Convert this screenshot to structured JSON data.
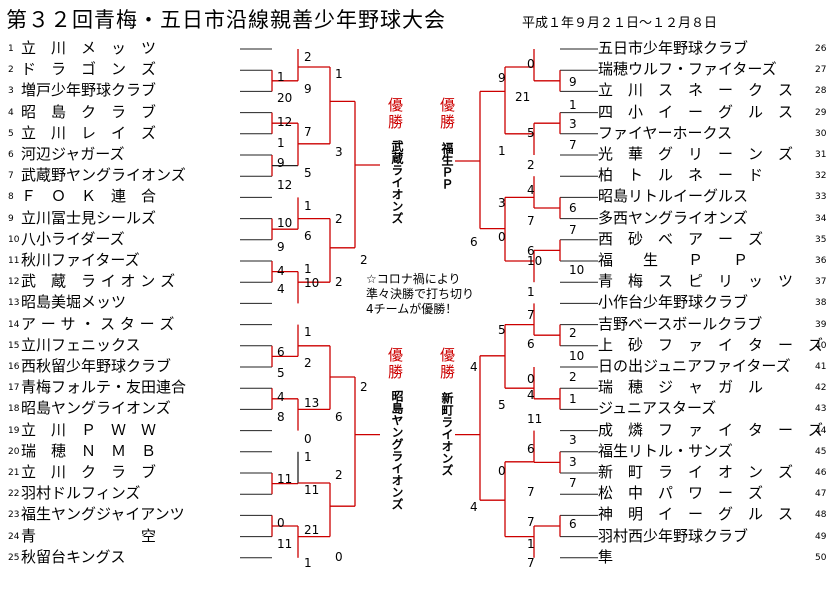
{
  "title": "第３２回青梅・五日市沿線親善少年野球大会",
  "subtitle": "平成１年９月２１日～１２月８日",
  "note_lines": [
    "☆コロナ禍により",
    "準々決勝で打ち切り",
    "4チームが優勝！"
  ],
  "champions": [
    {
      "label": "優勝",
      "team": "武蔵ライオンズ"
    },
    {
      "label": "優勝",
      "team": "福生ＰＰ"
    },
    {
      "label": "優勝",
      "team": "昭島ヤングライオンズ"
    },
    {
      "label": "優勝",
      "team": "新町ライオンズ"
    }
  ],
  "left_teams": [
    {
      "num": "1",
      "name": "立　川　メ　ッ　ツ"
    },
    {
      "num": "2",
      "name": "ド　ラ　ゴ　ン　ズ"
    },
    {
      "num": "3",
      "name": "増戸少年野球クラブ"
    },
    {
      "num": "4",
      "name": "昭　島　ク　ラ　ブ"
    },
    {
      "num": "5",
      "name": "立　川　レ　イ　ズ"
    },
    {
      "num": "6",
      "name": "河辺ジャガーズ"
    },
    {
      "num": "7",
      "name": "武蔵野ヤングライオンズ"
    },
    {
      "num": "8",
      "name": "Ｆ　Ｏ　Ｋ　連　合"
    },
    {
      "num": "9",
      "name": "立川冨士見シールズ"
    },
    {
      "num": "10",
      "name": "八小ライダーズ"
    },
    {
      "num": "11",
      "name": "秋川ファイターズ"
    },
    {
      "num": "12",
      "name": "武　蔵　ラ イ オ ン ズ"
    },
    {
      "num": "13",
      "name": "昭島美堀メッツ"
    },
    {
      "num": "14",
      "name": "ア ー サ ・ ス タ ー ズ"
    },
    {
      "num": "15",
      "name": "立川フェニックス"
    },
    {
      "num": "16",
      "name": "西秋留少年野球クラブ"
    },
    {
      "num": "17",
      "name": "青梅フォルテ・友田連合"
    },
    {
      "num": "18",
      "name": "昭島ヤングライオンズ"
    },
    {
      "num": "19",
      "name": "立　川　Ｐ　Ｗ　Ｗ"
    },
    {
      "num": "20",
      "name": "瑞　穂　Ｎ　Ｍ　Ｂ"
    },
    {
      "num": "21",
      "name": "立　川　ク　ラ　ブ"
    },
    {
      "num": "22",
      "name": "羽村ドルフィンズ"
    },
    {
      "num": "23",
      "name": "福生ヤングジャイアンツ"
    },
    {
      "num": "24",
      "name": "青　　　　　　　空"
    },
    {
      "num": "25",
      "name": "秋留台キングス"
    }
  ],
  "right_teams": [
    {
      "num": "26",
      "name": "五日市少年野球クラブ"
    },
    {
      "num": "27",
      "name": "瑞穂ウルフ・ファイターズ"
    },
    {
      "num": "28",
      "name": "立　川　ス　ネ　ー　ク　ス"
    },
    {
      "num": "29",
      "name": "四　小　イ　ー　グ　ル　ス"
    },
    {
      "num": "30",
      "name": "ファイヤーホークス"
    },
    {
      "num": "31",
      "name": "光　華　グ　リ　ー　ン　ズ"
    },
    {
      "num": "32",
      "name": "柏　ト　ル　ネ　ー　ド"
    },
    {
      "num": "33",
      "name": "昭島リトルイーグルス"
    },
    {
      "num": "34",
      "name": "多西ヤングライオンズ"
    },
    {
      "num": "35",
      "name": "西　砂　ベ　ア　ー　ズ"
    },
    {
      "num": "36",
      "name": "福　　生　　Ｐ　　Ｐ"
    },
    {
      "num": "37",
      "name": "青　梅　ス　ピ　リ　ッ　ツ"
    },
    {
      "num": "38",
      "name": "小作台少年野球クラブ"
    },
    {
      "num": "39",
      "name": "吉野ベースボールクラブ"
    },
    {
      "num": "40",
      "name": "上　砂　フ　ァ　イ　タ　ー　ズ"
    },
    {
      "num": "41",
      "name": "日の出ジュニアファイターズ"
    },
    {
      "num": "42",
      "name": "瑞　穂　ジ　ャ　ガ　ル"
    },
    {
      "num": "43",
      "name": "ジュニアスターズ"
    },
    {
      "num": "44",
      "name": "成　燐　フ　ァ　イ　タ　ー　ズ"
    },
    {
      "num": "45",
      "name": "福生リトル・サンズ"
    },
    {
      "num": "46",
      "name": "新　町　ラ　イ　オ　ン　ズ"
    },
    {
      "num": "47",
      "name": "松　中　パ　ワ　ー　ズ"
    },
    {
      "num": "48",
      "name": "神　明　イ　ー　グ　ル　ス"
    },
    {
      "num": "49",
      "name": "羽村西少年野球クラブ"
    },
    {
      "num": "50",
      "name": "隼"
    }
  ],
  "scores": [
    "2",
    "1",
    "9",
    "20",
    "1",
    "12",
    "7",
    "1",
    "3",
    "9",
    "5",
    "12",
    "1",
    "10",
    "6",
    "9",
    "2",
    "1",
    "4",
    "10",
    "4",
    "2",
    "2",
    "1",
    "6",
    "2",
    "5",
    "4",
    "13",
    "8",
    "6",
    "0",
    "1",
    "11",
    "11",
    "2",
    "0",
    "21",
    "11",
    "1",
    "0",
    "2",
    "0",
    "9",
    "9",
    "21",
    "1",
    "3",
    "5",
    "1",
    "7",
    "2",
    "4",
    "3",
    "6",
    "7",
    "7",
    "6",
    "0",
    "10",
    "10",
    "1",
    "6",
    "7",
    "2",
    "6",
    "10",
    "5",
    "0",
    "2",
    "4",
    "1",
    "11",
    "4",
    "5",
    "3",
    "6",
    "3",
    "7",
    "7",
    "0",
    "7",
    "6",
    "1",
    "7",
    "4"
  ]
}
